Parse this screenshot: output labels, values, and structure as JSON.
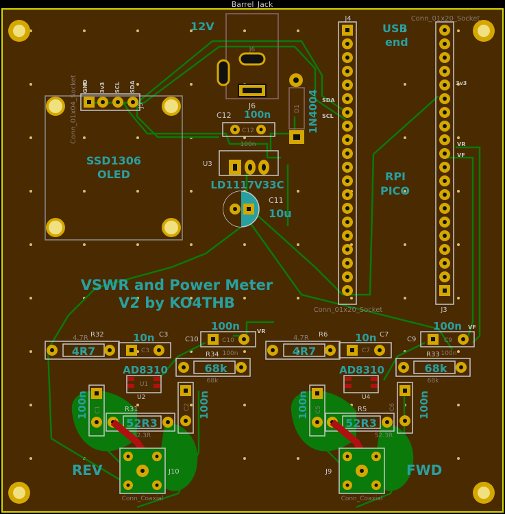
{
  "board": {
    "headers": {
      "barrel_jack": "Barrel_Jack",
      "conn_socket_right": "Conn_01x20_Socket",
      "conn_socket_bottom": "Conn_01x20_Socket",
      "conn_01x04": "Conn_01x04_Socket"
    },
    "labels": {
      "v12": "12V",
      "usb_end_1": "USB",
      "usb_end_2": "end",
      "oled_1": "SSD1306",
      "oled_2": "OLED",
      "rpi_1": "RPI",
      "rpi_2": "PICO",
      "regulator": "LD1117V33C",
      "diode": "1N4004",
      "title_1": "VSWR and Power Meter",
      "title_2": "V2 by KO4THB",
      "rev": "REV",
      "fwd": "FWD"
    },
    "oled_pins": [
      "GND",
      "3v3",
      "SCL",
      "SDA"
    ],
    "pico_pins": {
      "sda": "SDA",
      "scl": "SCL",
      "v33": "3v3",
      "vr": "VR",
      "vf": "VF"
    },
    "refs": {
      "j6": "J6",
      "j6b": "J6",
      "j4": "J4",
      "j5": "J5",
      "j3": "J3",
      "d1": "D1",
      "u3": "U3",
      "c11": "C11",
      "c11_val": "10u",
      "c12": "C12",
      "c12_val": "100n",
      "c12_pad": "C12",
      "c12_fab": "100n",
      "r32": "R32",
      "r32_fab": "4.7R",
      "r32_val": "4R7",
      "c3": "C3",
      "c3_val": "10n",
      "c3_pad": "C3",
      "c10": "C10",
      "c10_pad": "C10",
      "c10_val": "100n",
      "c10_fab": "100n",
      "vr_pad": "VR",
      "r34": "R34",
      "r34_val": "68k",
      "r34_fab": "68k",
      "u1_name": "AD8310",
      "u2": "U2",
      "u1": "U1",
      "c1": "C1",
      "c1_val": "100n",
      "c2": "C2",
      "c2_val": "100n",
      "r31": "R31",
      "r31_val": "52R3",
      "r31_fab": "52.3R",
      "j10": "J10",
      "coax_rev": "Conn_Coaxial",
      "r6": "R6",
      "r6_fab": "4.7R",
      "r6_val": "4R7",
      "c7": "C7",
      "c7_val": "10n",
      "c7_pad": "C7",
      "c9": "C9",
      "c9_pad": "C9",
      "c9_val": "100n",
      "c9_fab": "100n",
      "vf_pad": "VF",
      "r33": "R33",
      "r33_val": "68k",
      "r33_fab": "68k",
      "u4_name": "AD8310",
      "u4": "U4",
      "c5": "C5",
      "c5_val": "100n",
      "c6": "C6",
      "c6_val": "100n",
      "r5": "R5",
      "r5_val": "52R3",
      "r5_fab": "52.3R",
      "j9": "J9",
      "coax_fwd": "Conn_Coaxial"
    },
    "colors": {
      "board": "#4a2a00",
      "copper_trace": "#0a7a0a",
      "silk": "#29a0a0",
      "pad": "#c8a000",
      "outline": "#8c6a6a"
    }
  }
}
